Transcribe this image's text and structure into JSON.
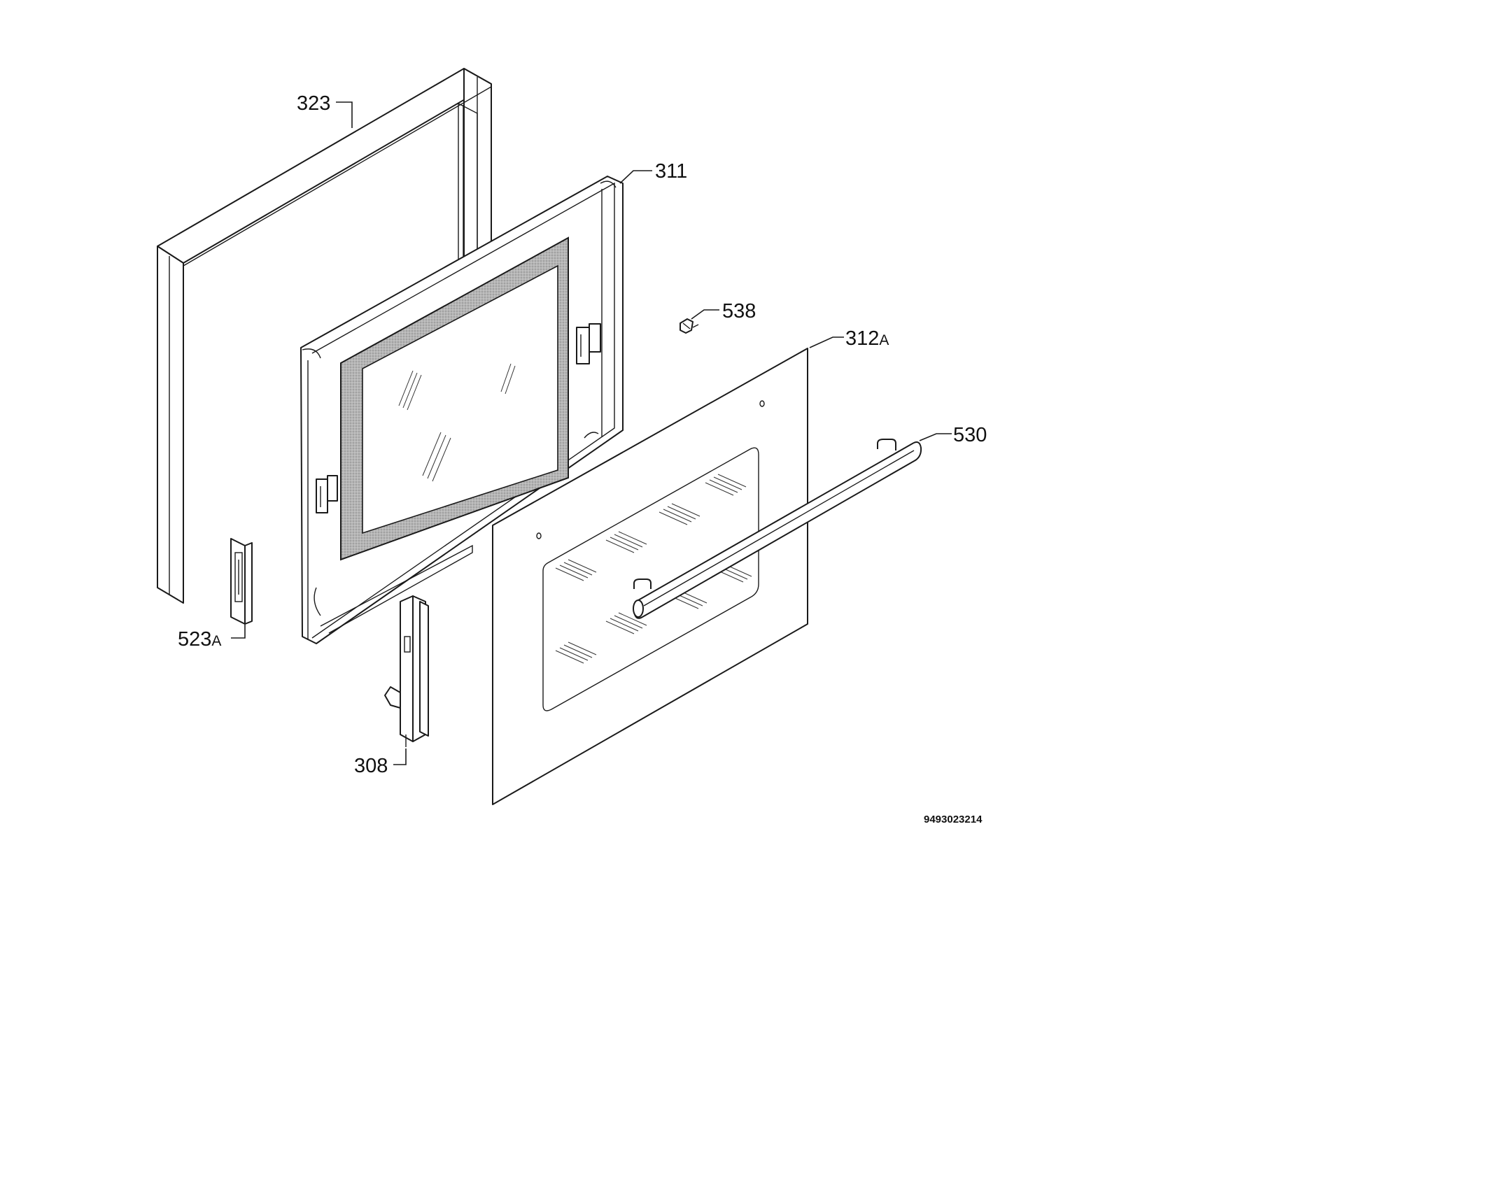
{
  "parts": [
    {
      "id": "323",
      "label": "323",
      "suffix": ""
    },
    {
      "id": "311",
      "label": "311",
      "suffix": ""
    },
    {
      "id": "538",
      "label": "538",
      "suffix": ""
    },
    {
      "id": "312A",
      "label": "312",
      "suffix": "A"
    },
    {
      "id": "530",
      "label": "530",
      "suffix": ""
    },
    {
      "id": "523A",
      "label": "523",
      "suffix": "A"
    },
    {
      "id": "308",
      "label": "308",
      "suffix": ""
    }
  ],
  "document_number": "9493023214",
  "colors": {
    "line": "#1a1a1a",
    "gasket": "#a9a9a9",
    "background": "#ffffff"
  }
}
